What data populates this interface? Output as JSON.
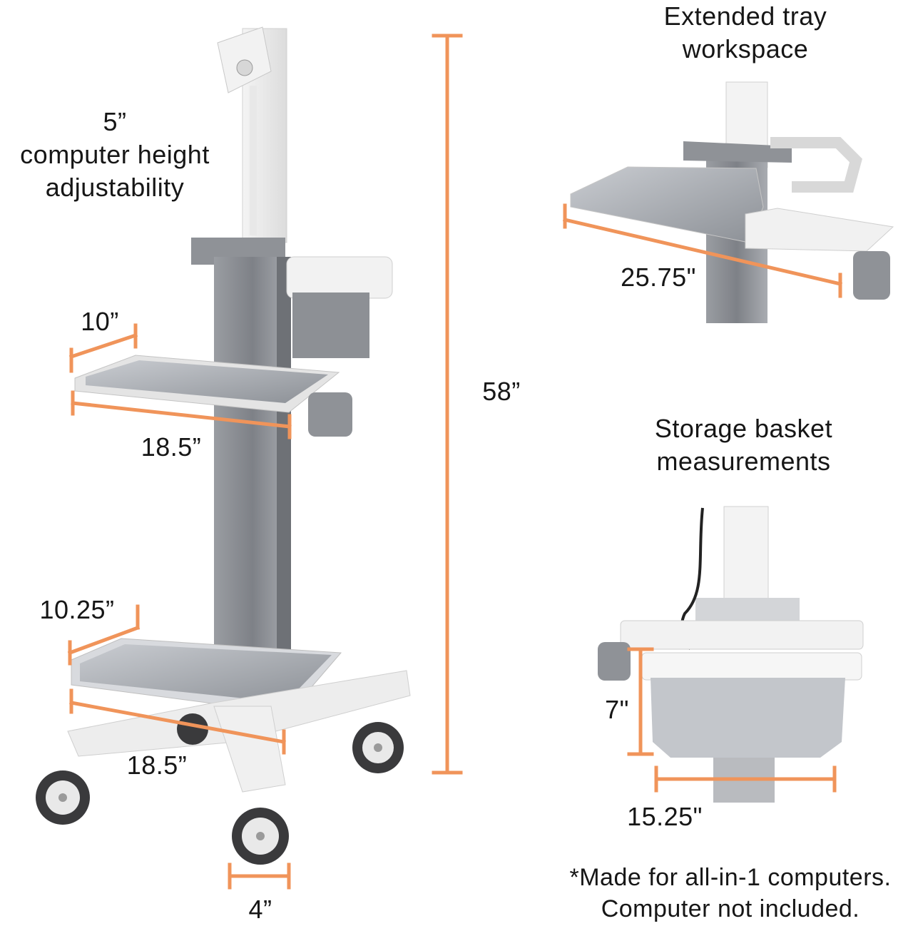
{
  "colors": {
    "dimension_line": "#F0945A",
    "frame_light": "#EEEEEE",
    "frame_dark": "#8F9297",
    "tray": "#9EA2A8",
    "text": "#161616"
  },
  "labels": {
    "computer_height": [
      "5”",
      "computer height",
      "adjustability"
    ],
    "total_height": "58”",
    "upper_tray_depth": "10”",
    "upper_tray_width": "18.5”",
    "base_tray_depth": "10.25”",
    "base_tray_width": "18.5”",
    "wheel_width": "4”",
    "extended_tray_title": [
      "Extended tray",
      "workspace"
    ],
    "extended_tray_width": "25.75\"",
    "basket_title": [
      "Storage basket",
      "measurements"
    ],
    "basket_height": "7\"",
    "basket_width": "15.25\"",
    "footnote": [
      "*Made for all-in-1 computers.",
      "Computer not included."
    ]
  }
}
